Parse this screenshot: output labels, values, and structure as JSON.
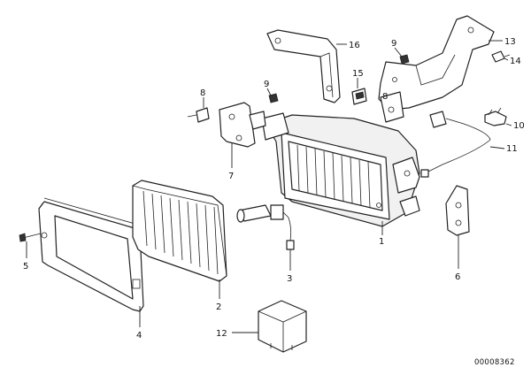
{
  "diagram": {
    "doc_number": "00008362",
    "callouts": [
      {
        "id": "c1",
        "label": "1"
      },
      {
        "id": "c2",
        "label": "2"
      },
      {
        "id": "c3",
        "label": "3"
      },
      {
        "id": "c4",
        "label": "4"
      },
      {
        "id": "c5",
        "label": "5"
      },
      {
        "id": "c6",
        "label": "6"
      },
      {
        "id": "c7",
        "label": "7"
      },
      {
        "id": "c8a",
        "label": "8"
      },
      {
        "id": "c8b",
        "label": "8"
      },
      {
        "id": "c9a",
        "label": "9"
      },
      {
        "id": "c9b",
        "label": "9"
      },
      {
        "id": "c10",
        "label": "10"
      },
      {
        "id": "c11",
        "label": "11"
      },
      {
        "id": "c12",
        "label": "12"
      },
      {
        "id": "c13",
        "label": "13"
      },
      {
        "id": "c14",
        "label": "14"
      },
      {
        "id": "c15",
        "label": "15"
      },
      {
        "id": "c16",
        "label": "16"
      }
    ]
  }
}
